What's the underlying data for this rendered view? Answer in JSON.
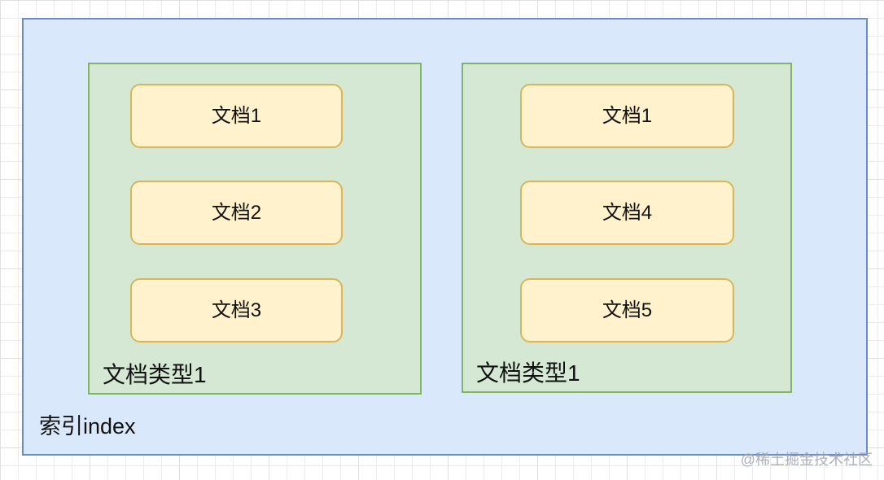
{
  "diagram": {
    "index": {
      "label": "索引index",
      "types": [
        {
          "label": "文档类型1",
          "documents": [
            "文档1",
            "文档2",
            "文档3"
          ]
        },
        {
          "label": "文档类型1",
          "documents": [
            "文档1",
            "文档4",
            "文档5"
          ]
        }
      ]
    },
    "watermark": "@稀土掘金技术社区",
    "colors": {
      "index_fill": "#dae8fc",
      "index_stroke": "#6c8ebf",
      "type_fill": "#d5e8d4",
      "type_stroke": "#82b366",
      "doc_fill": "#fff2cc",
      "doc_stroke": "#d6b656",
      "text_color": "#111111",
      "watermark_color": "#9da3af",
      "grid_minor": "#ececec",
      "grid_major": "#e0e0e0"
    }
  }
}
